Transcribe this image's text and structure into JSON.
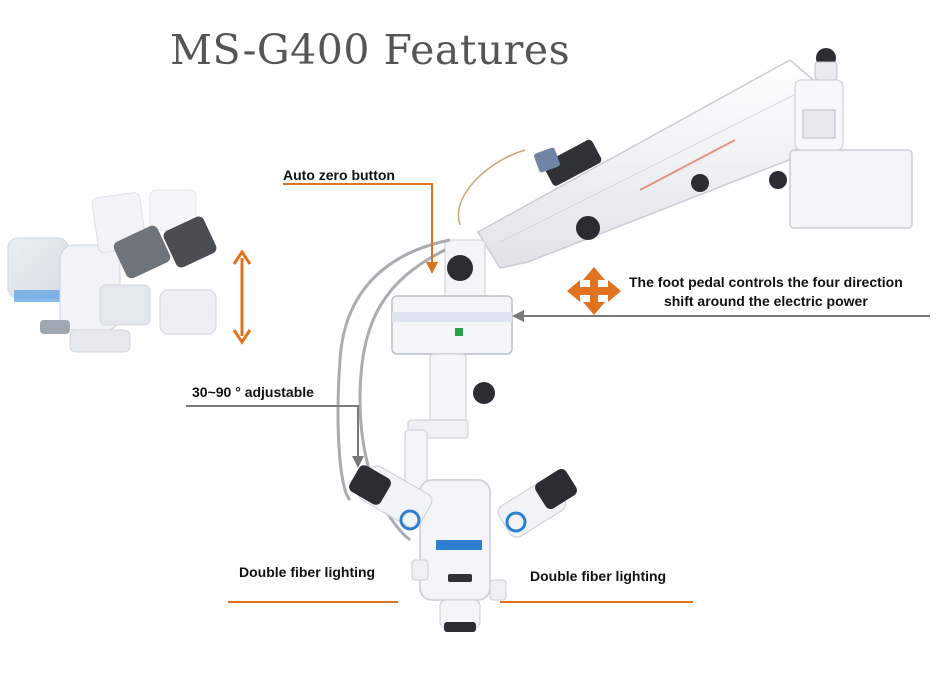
{
  "title": "MS-G400 Features",
  "labels": {
    "auto_zero": "Auto zero button",
    "foot_pedal_line1": "The foot pedal controls the four direction",
    "foot_pedal_line2": "shift around the electric power",
    "adjustable": "30~90 ° adjustable",
    "double_fiber_left": "Double fiber lighting",
    "double_fiber_right": "Double fiber lighting"
  },
  "colors": {
    "accent_orange": "#e0731f",
    "arrow_gray": "#7a7a7a",
    "body_white": "#f4f5f7",
    "outline": "#c9cdd3",
    "blue_ring": "#2f7fd0"
  },
  "icons": {
    "four_way_arrow": "four-direction-arrow-icon",
    "vertical_arrow": "vertical-double-arrow-icon"
  }
}
